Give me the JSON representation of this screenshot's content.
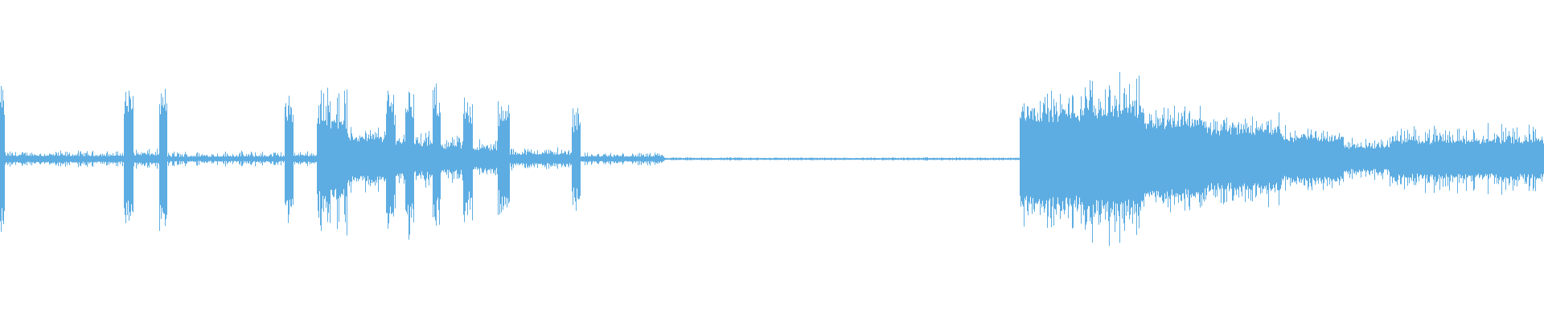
{
  "waveform": {
    "color": "#5dade2",
    "background": "#ffffff",
    "segments": [
      {
        "start": 0.0,
        "end": 0.003,
        "amp": 0.9,
        "noise": 0.06
      },
      {
        "start": 0.003,
        "end": 0.08,
        "amp": 0.1,
        "noise": 0.04
      },
      {
        "start": 0.08,
        "end": 0.086,
        "amp": 0.88,
        "noise": 0.1
      },
      {
        "start": 0.086,
        "end": 0.103,
        "amp": 0.12,
        "noise": 0.05
      },
      {
        "start": 0.103,
        "end": 0.108,
        "amp": 0.85,
        "noise": 0.1
      },
      {
        "start": 0.108,
        "end": 0.184,
        "amp": 0.1,
        "noise": 0.03
      },
      {
        "start": 0.184,
        "end": 0.19,
        "amp": 0.75,
        "noise": 0.08
      },
      {
        "start": 0.19,
        "end": 0.205,
        "amp": 0.1,
        "noise": 0.04
      },
      {
        "start": 0.205,
        "end": 0.225,
        "amp": 1.0,
        "noise": 0.45
      },
      {
        "start": 0.225,
        "end": 0.25,
        "amp": 0.4,
        "noise": 0.25
      },
      {
        "start": 0.25,
        "end": 0.256,
        "amp": 0.85,
        "noise": 0.3
      },
      {
        "start": 0.256,
        "end": 0.262,
        "amp": 0.35,
        "noise": 0.2
      },
      {
        "start": 0.262,
        "end": 0.268,
        "amp": 0.95,
        "noise": 0.3
      },
      {
        "start": 0.268,
        "end": 0.28,
        "amp": 0.35,
        "noise": 0.18
      },
      {
        "start": 0.28,
        "end": 0.285,
        "amp": 0.88,
        "noise": 0.25
      },
      {
        "start": 0.285,
        "end": 0.3,
        "amp": 0.3,
        "noise": 0.15
      },
      {
        "start": 0.3,
        "end": 0.306,
        "amp": 0.8,
        "noise": 0.2
      },
      {
        "start": 0.306,
        "end": 0.322,
        "amp": 0.25,
        "noise": 0.12
      },
      {
        "start": 0.322,
        "end": 0.33,
        "amp": 0.7,
        "noise": 0.2
      },
      {
        "start": 0.33,
        "end": 0.37,
        "amp": 0.15,
        "noise": 0.06
      },
      {
        "start": 0.37,
        "end": 0.376,
        "amp": 0.65,
        "noise": 0.12
      },
      {
        "start": 0.376,
        "end": 0.43,
        "amp": 0.08,
        "noise": 0.03
      },
      {
        "start": 0.43,
        "end": 0.66,
        "amp": 0.02,
        "noise": 0.01
      },
      {
        "start": 0.66,
        "end": 0.7,
        "amp": 0.85,
        "noise": 0.55
      },
      {
        "start": 0.7,
        "end": 0.74,
        "amp": 1.0,
        "noise": 0.6
      },
      {
        "start": 0.74,
        "end": 0.78,
        "amp": 0.7,
        "noise": 0.45
      },
      {
        "start": 0.78,
        "end": 0.83,
        "amp": 0.55,
        "noise": 0.35
      },
      {
        "start": 0.83,
        "end": 0.87,
        "amp": 0.4,
        "noise": 0.25
      },
      {
        "start": 0.87,
        "end": 0.9,
        "amp": 0.25,
        "noise": 0.15
      },
      {
        "start": 0.9,
        "end": 0.95,
        "amp": 0.4,
        "noise": 0.22
      },
      {
        "start": 0.95,
        "end": 1.0,
        "amp": 0.45,
        "noise": 0.22
      }
    ]
  }
}
